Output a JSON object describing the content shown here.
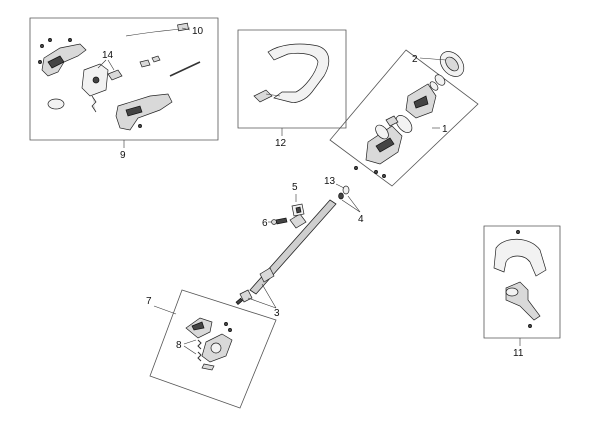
{
  "callouts": {
    "c1": "1",
    "c2": "2",
    "c3": "3",
    "c4": "4",
    "c5": "5",
    "c6": "6",
    "c7": "7",
    "c8": "8",
    "c9": "9",
    "c10": "10",
    "c11": "11",
    "c12": "12",
    "c13": "13",
    "c14": "14"
  },
  "colors": {
    "line": "#222222",
    "box": "#555555",
    "fill": "#d9d9d9",
    "dark": "#444444"
  }
}
